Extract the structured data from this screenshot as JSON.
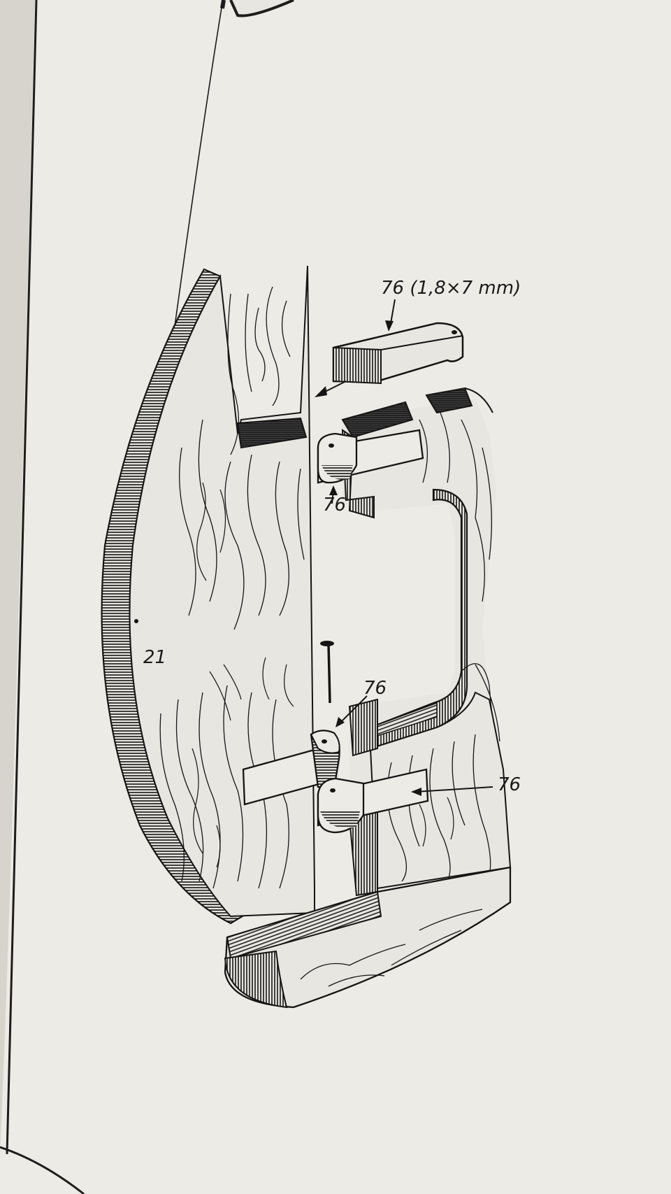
{
  "figure": {
    "part_label_top": "76 (1,8×7 mm)",
    "part_label_upper_hinge": "76",
    "part_label_pin_hinge": "76",
    "part_label_lower_hinge": "76",
    "part_label_hull": "21"
  },
  "colors": {
    "paper": "#ecebe6",
    "ink": "#151515",
    "wood_face": "#e7e6e1",
    "shadow": "#c9c7c0"
  }
}
